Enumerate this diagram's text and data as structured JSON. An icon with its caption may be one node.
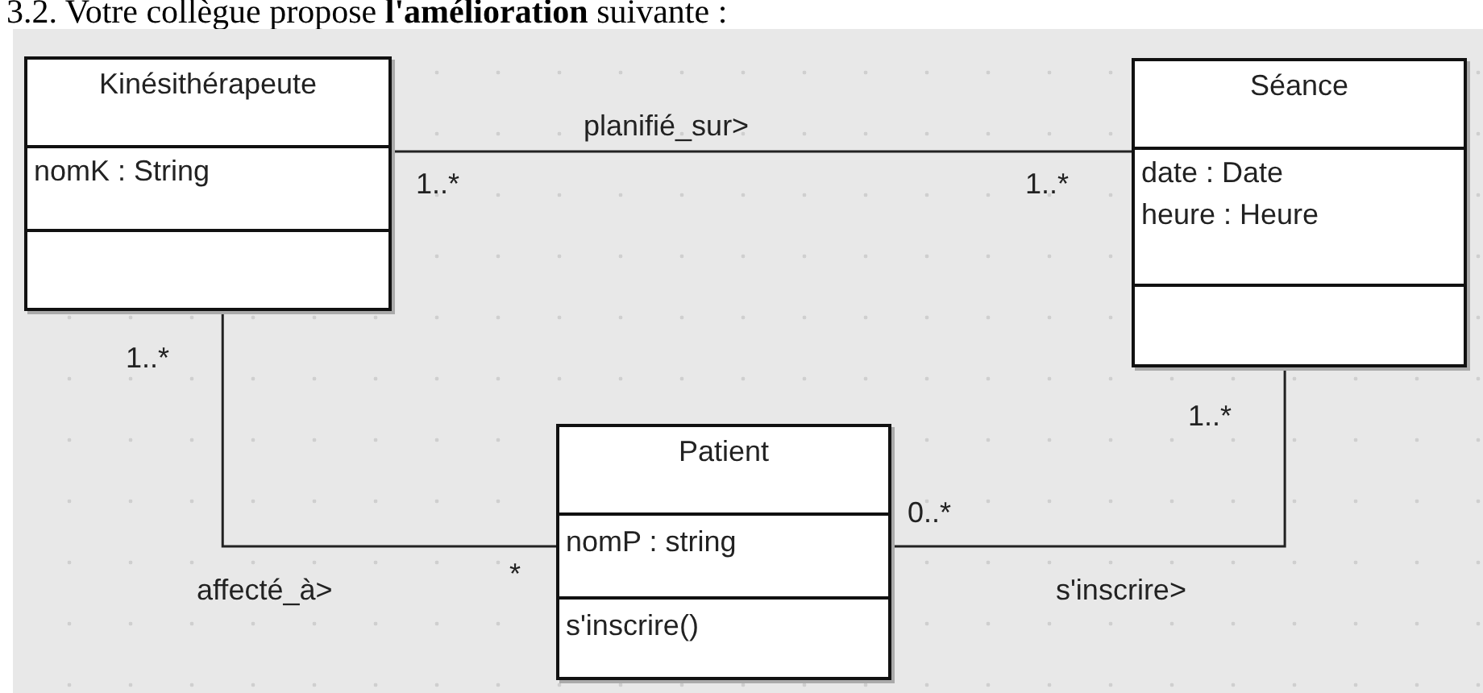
{
  "diagram": {
    "title": "3.2. Votre collègue propose **l'amélioration** suivante :",
    "nodes": [
      {
        "text": [
          "Kinésithérapeute",
          "nomK : String"
        ]
      },
      {
        "text": [
          "Séance",
          "date : Date",
          "heure : Heure"
        ]
      },
      {
        "text": [
          "Patient",
          "nomP : string",
          "s'inscrire()"
        ]
      }
    ],
    "edges": [
      {
        "from": 0,
        "to": 1,
        "arrow": "none",
        "label": "planifié_sur>"
      },
      {
        "from": 0,
        "to": 2,
        "arrow": "none",
        "label": "affecté_à>"
      },
      {
        "from": 2,
        "to": 1,
        "arrow": "none",
        "label": "s'inscrire>"
      }
    ],
    "labels": [
      "1..*",
      "1..*",
      "1..*",
      "1..*",
      "0..*",
      "*"
    ]
  }
}
